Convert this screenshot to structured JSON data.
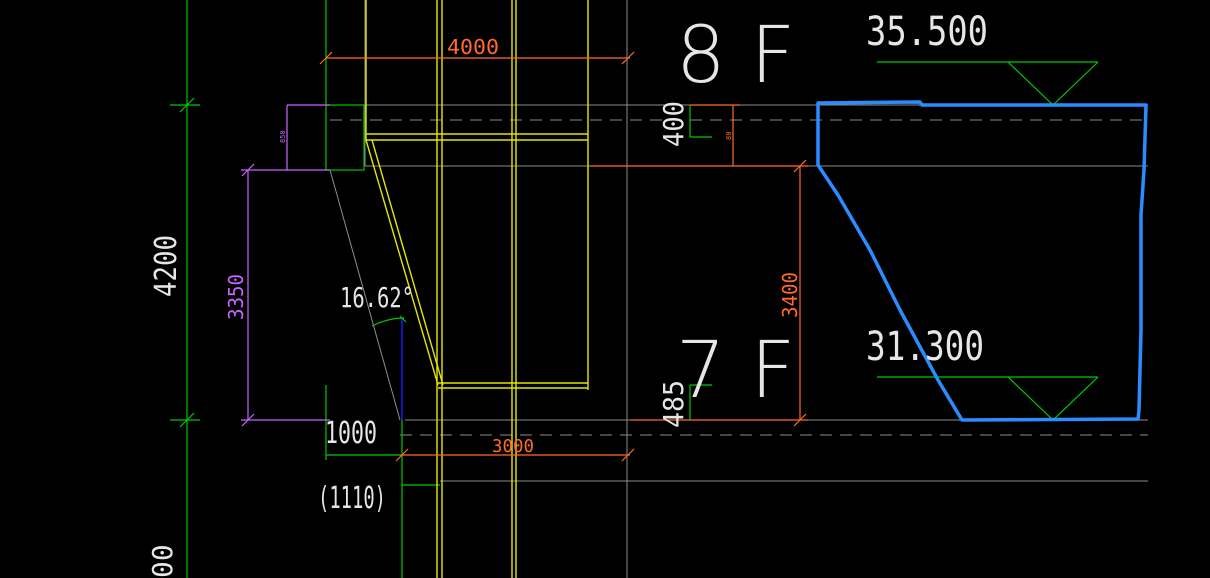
{
  "drawing": {
    "floor_upper": "8 F",
    "floor_lower": "7 F",
    "elev_upper": "35.500",
    "elev_lower": "31.300",
    "dim_4200": "4200",
    "dim_3350": "3350",
    "dim_4000": "4000",
    "dim_400": "400",
    "dim_3400": "3400",
    "dim_485": "485",
    "dim_1000": "1000",
    "dim_1110": "(1110)",
    "dim_3000": "3000",
    "angle": "16.62°",
    "small_850": "850",
    "small_80": "80",
    "edge_00": "00"
  },
  "colors": {
    "background": "#000000",
    "green": "#00c800",
    "yellow": "#e6e600",
    "white": "#e6e6e6",
    "orange": "#ff6a2a",
    "magenta": "#c864ff",
    "blue_outline": "#2a8cff",
    "navy": "#1a1aff",
    "gray": "#8c8c8c"
  }
}
